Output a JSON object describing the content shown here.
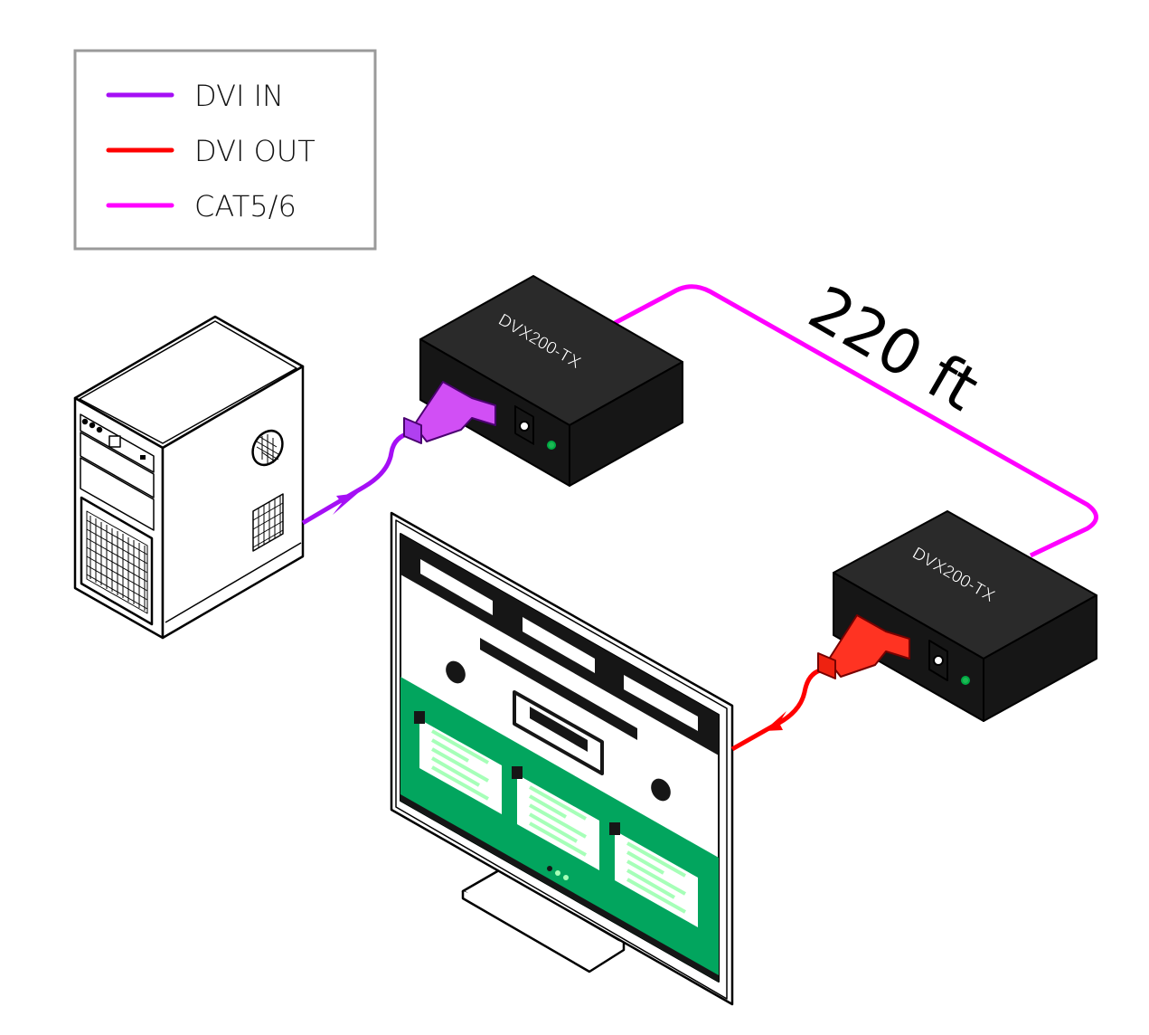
{
  "legend": {
    "items": [
      {
        "label": "DVI IN",
        "color": "#a50ff5"
      },
      {
        "label": "DVI OUT",
        "color": "#ff0000"
      },
      {
        "label": "CAT5/6",
        "color": "#ff00ff"
      }
    ]
  },
  "devices": {
    "transmitter_label": "DVX200-TX",
    "receiver_label": "DVX200-TX"
  },
  "cable_distance": "220 ft",
  "colors": {
    "device_top": "#2a2a2a",
    "device_side": "#161616",
    "screen_green": "#02a55e",
    "screen_text_lines": "#a6ffb8",
    "led": "#1db954"
  }
}
